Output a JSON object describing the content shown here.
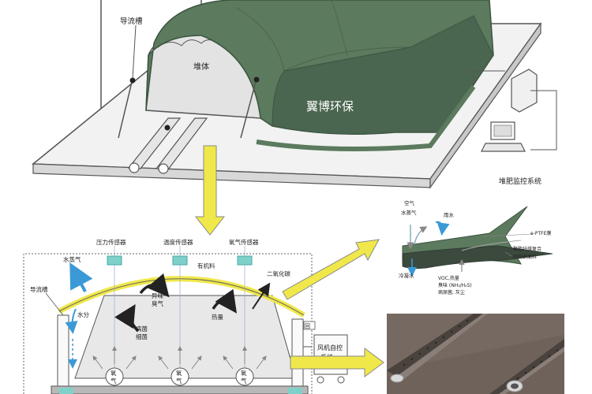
{
  "top_section": {
    "labels": {
      "guide_groove": "导流槽",
      "pile": "堆体",
      "brand": "翼博环保",
      "monitor_system": "堆肥监控系统"
    }
  },
  "cross_section": {
    "sensors": {
      "pressure": "压力传感器",
      "temperature": "温度传感器",
      "oxygen": "氧气传感器"
    },
    "labels": {
      "water_vapor": "水蒸气",
      "guide_groove": "导流槽",
      "moisture": "水分",
      "odor": "异味",
      "odor_gas": "臭气",
      "pathogen": "病菌",
      "germ": "细菌",
      "organic": "有机料",
      "heat": "热量",
      "co2": "二氧化碳",
      "fan_control_1": "风机自控",
      "fan_control_2": "系统",
      "pipe_mark": "回"
    },
    "oxygen_lbl_1": "氧",
    "oxygen_lbl_2": "气"
  },
  "membrane_section": {
    "labels": {
      "air": "空气",
      "vapor": "水蒸气",
      "rain": "雨水",
      "eptfe": "e-PTFE膜",
      "cold_water": "冷凝水",
      "voc_line1": "VOC,热量",
      "voc_line2": "臭味 (NH₃/H₂S)",
      "voc_line3": "病原菌, 灰尘",
      "fabric_line1": "聚酯纤维复合",
      "fabric_line2": "的纺织面料"
    }
  },
  "colors": {
    "membrane_green": "#5c7a5e",
    "membrane_dark": "#4a6650",
    "yellow_arrow": "#f0e84a",
    "teal_sensor": "#7fd0c8",
    "blue_arrow": "#3b9ad6",
    "concrete_brown": "#6e625a"
  }
}
